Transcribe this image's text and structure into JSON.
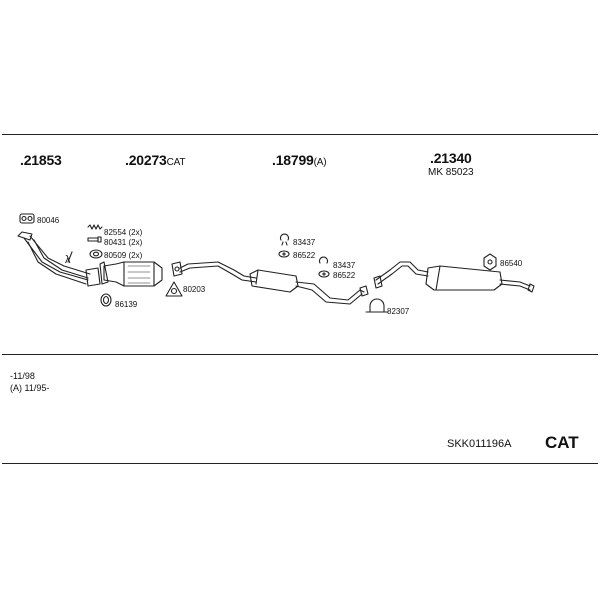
{
  "parts": [
    {
      "number": ".21853",
      "suffix": ""
    },
    {
      "number": ".20273",
      "suffix": "CAT"
    },
    {
      "number": ".18799",
      "suffix": "(A)"
    },
    {
      "number": ".21340",
      "suffix": "",
      "sub": "MK 85023"
    }
  ],
  "labels": {
    "l80046": "80046",
    "l82554": "82554 (2x)",
    "l80431": "80431 (2x)",
    "l80509": "80509 (2x)",
    "l86139": "86139",
    "l80203": "80203",
    "l83437a": "83437",
    "l86522a": "86522",
    "l83437b": "83437",
    "l86522b": "86522",
    "l82307": "82307",
    "l86540": "86540",
    "lambda": "λ"
  },
  "notes": [
    "-11/98",
    "(A) 11/95-"
  ],
  "kit_code": "SKK011196A",
  "category": "CAT"
}
